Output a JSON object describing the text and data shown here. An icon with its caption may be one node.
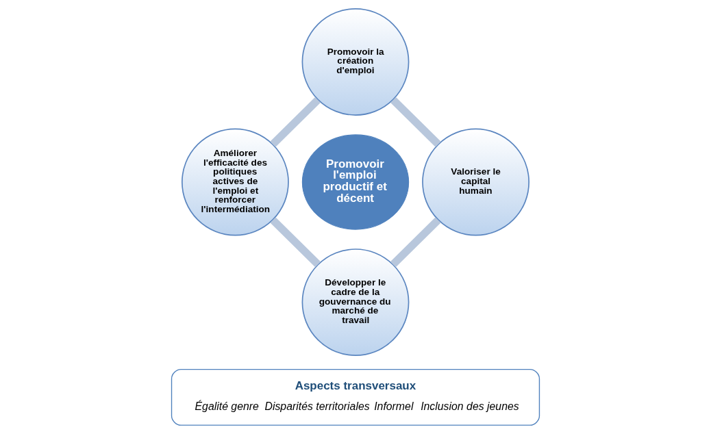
{
  "diagram": {
    "nodes": [
      {
        "text": [
          "Promovoir la création d'emploi"
        ]
      },
      {
        "text": [
          "Améliorer l'efficacité des politiques actives de l'emploi et renforcer l'intermédiation"
        ]
      },
      {
        "text": [
          "Promovoir l'emploi productif et décent"
        ]
      },
      {
        "text": [
          "Valoriser le capital humain"
        ]
      },
      {
        "text": [
          "Développer le cadre de la gouvernance du marché de travail"
        ]
      },
      {
        "text": [
          "Aspects transversaux",
          "Égalité genre",
          "Disparités territoriales",
          "Informel",
          "Inclusion des jeunes"
        ]
      }
    ],
    "edges": [
      {
        "from": 0,
        "to": 3,
        "arrow": "none"
      },
      {
        "from": 3,
        "to": 4,
        "arrow": "none"
      },
      {
        "from": 4,
        "to": 1,
        "arrow": "none"
      },
      {
        "from": 1,
        "to": 0,
        "arrow": "none"
      }
    ]
  }
}
